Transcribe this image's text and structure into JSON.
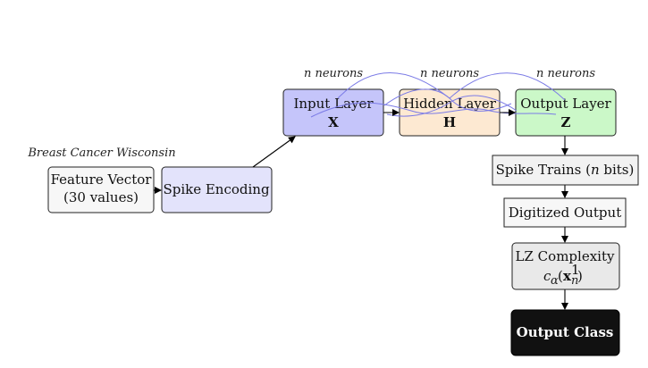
{
  "dataset_label": "Breast Cancer Wisconsin",
  "nodes": {
    "feature_vector": {
      "line1": "Feature Vector",
      "line2": "(30 values)",
      "fill": "#f7f7f7"
    },
    "spike_encoding": {
      "label": "Spike Encoding",
      "fill": "#e3e3fb"
    },
    "input_layer": {
      "label": "Input Layer",
      "symbol": "X",
      "fill": "#c5c5fa",
      "neurons_label": "n neurons"
    },
    "hidden_layer": {
      "label": "Hidden Layer",
      "symbol": "H",
      "fill": "#fde9d2",
      "neurons_label": "n neurons"
    },
    "output_layer": {
      "label": "Output Layer",
      "symbol": "Z",
      "fill": "#cbf8c8",
      "neurons_label": "n neurons"
    },
    "spike_trains": {
      "prefix": "Spike Trains (",
      "var": "n",
      "suffix": " bits)",
      "fill": "#f2f2f2"
    },
    "digitized_output": {
      "label": "Digitized Output",
      "fill": "#f7f7f7"
    },
    "lz_complexity": {
      "line1": "LZ Complexity",
      "fill": "#e9e9e9"
    },
    "output_class": {
      "label": "Output Class",
      "fill": "#111111"
    }
  },
  "colors": {
    "recurrent_link": "#7b7be6",
    "stroke": "#222222",
    "arrow": "#000000"
  }
}
